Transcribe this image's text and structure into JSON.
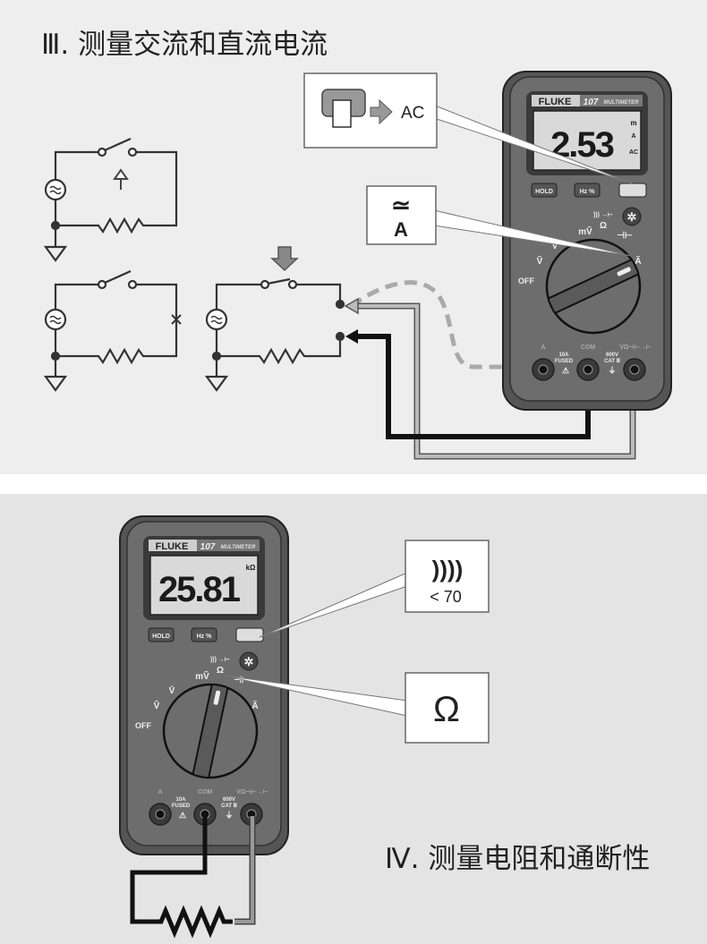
{
  "section3": {
    "title": "Ⅲ. 测量交流和直流电流",
    "callout_mode": "AC",
    "callout_range_symbol": "≃",
    "callout_range_unit": "A",
    "meter": {
      "readout": "2.53",
      "unit_top": "m",
      "unit_mid": "A",
      "unit_bottom": "AC"
    }
  },
  "section4": {
    "title": "Ⅳ. 测量电阻和通断性",
    "callout_continuity_symbol": "))))",
    "callout_continuity_threshold": "< 70",
    "callout_ohm": "Ω",
    "meter": {
      "readout": "25.81",
      "unit_top": "kΩ",
      "unit_mid": "",
      "unit_bottom": ""
    }
  },
  "meter_labels": {
    "brand": "FLUKE",
    "model": "107",
    "model_suffix": "MULTIMETER",
    "hold": "HOLD",
    "hz": "Hz %",
    "off": "OFF",
    "v_ac": "Ṽ",
    "v_dc": "V̄",
    "mv": "mṼ",
    "ohm": "Ω",
    "cap": "⊣⊢",
    "amp": "Ã",
    "jack_a": "A",
    "jack_com": "COM",
    "jack_v": "VΩ⊣⊢→⊢",
    "fuse_rating": "10A",
    "fuse": "FUSED",
    "volt_rating": "600V",
    "cat": "CAT Ⅲ"
  },
  "colors": {
    "body": "#6d6d6d",
    "lcd": "#d9d9d9",
    "panel_top": "#eeeeee",
    "panel_bottom": "#e4e4e4"
  }
}
